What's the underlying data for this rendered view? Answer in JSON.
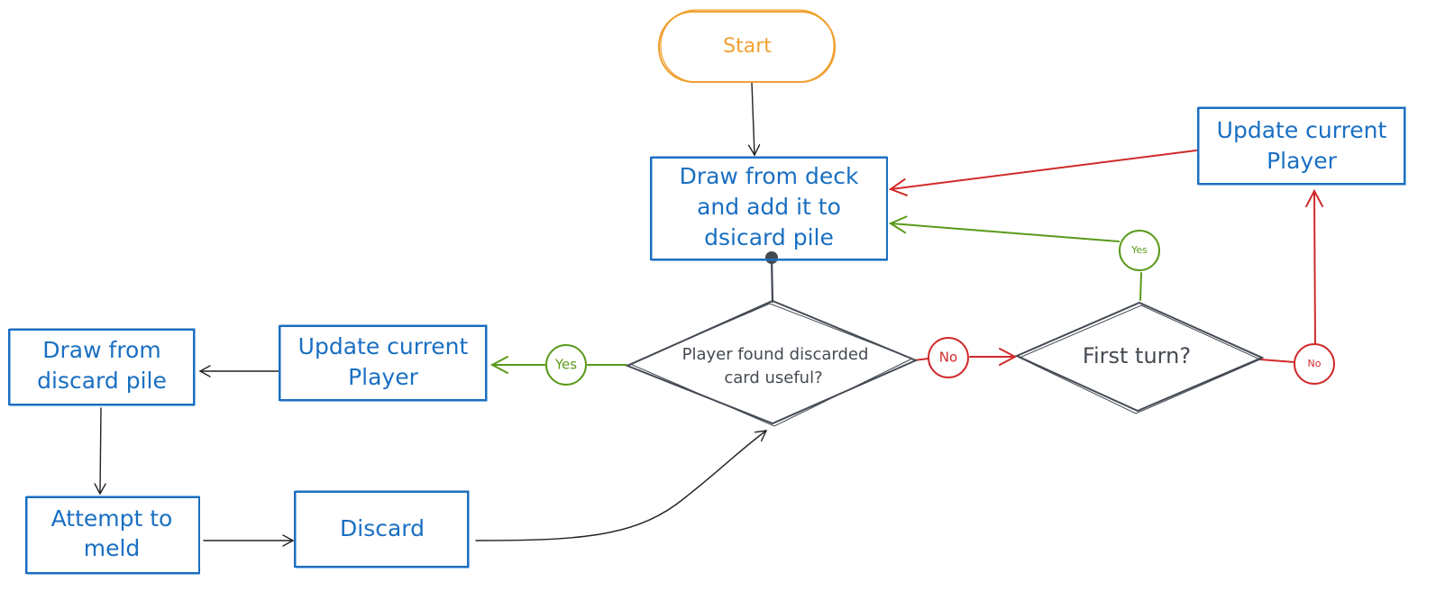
{
  "colors": {
    "start": "#f0a030",
    "process": "#1a6fc2",
    "decision": "#444a52",
    "yes": "#5a9a1a",
    "no": "#d02a2a",
    "plain_arrow": "#222222"
  },
  "nodes": {
    "start": "Start",
    "draw_deck": [
      "Draw from deck",
      "and add it to",
      "dsicard pile"
    ],
    "update_top": [
      "Update current",
      "Player"
    ],
    "found_useful": [
      "Player found discarded",
      "card useful?"
    ],
    "first_turn": "First turn?",
    "update_left": [
      "Update current",
      "Player"
    ],
    "draw_discard": [
      "Draw from",
      "discard pile"
    ],
    "attempt_meld": [
      "Attempt to",
      "meld"
    ],
    "discard": "Discard"
  },
  "badges": {
    "yes_left": "Yes",
    "no_mid": "No",
    "yes_top": "Yes",
    "no_right": "No"
  }
}
